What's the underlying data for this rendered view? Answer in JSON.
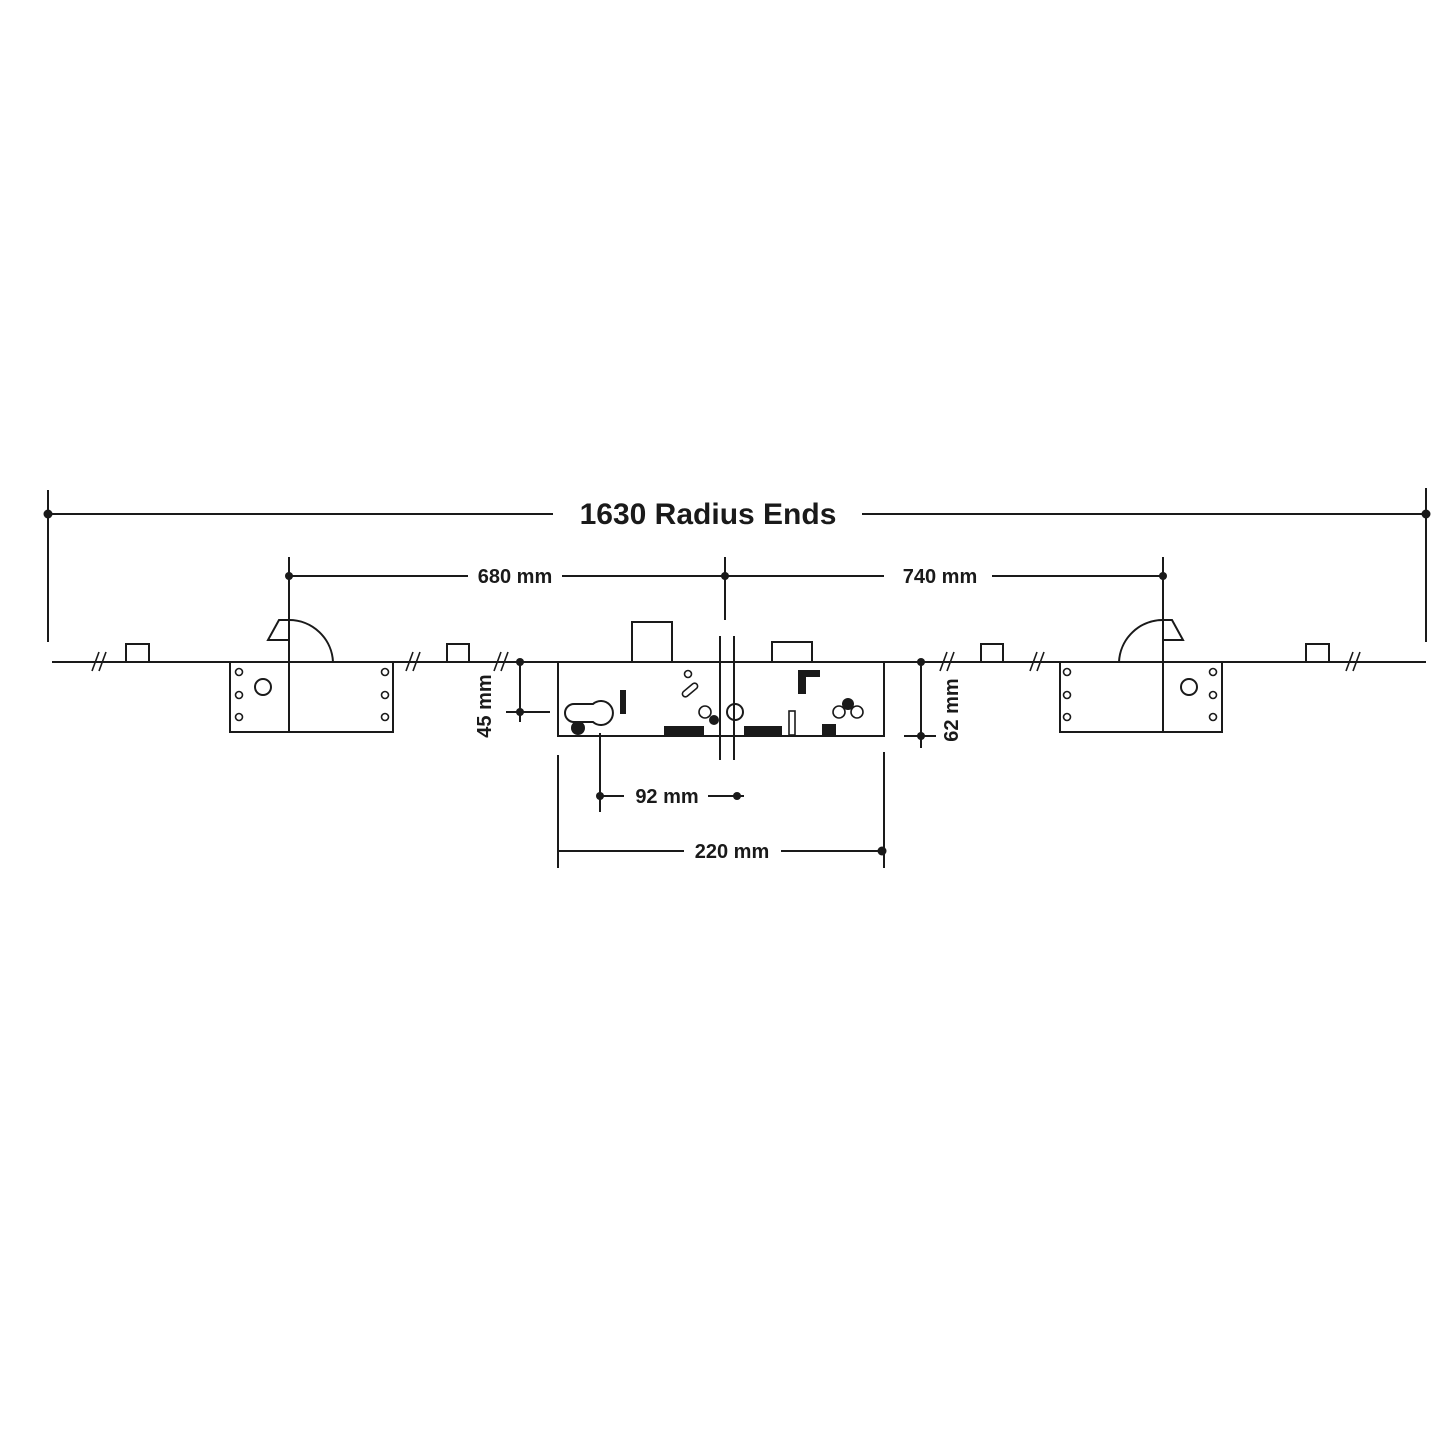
{
  "labels": {
    "overall_length": "1630 Radius Ends",
    "left_hook_to_centre": "680 mm",
    "centre_to_right_hook": "740 mm",
    "faceplate_height_45": "45 mm",
    "faceplate_height_62": "62 mm",
    "centre_distance": "92 mm",
    "case_length": "220 mm"
  },
  "colors": {
    "line": "#1a1a1a",
    "background": "#ffffff"
  }
}
